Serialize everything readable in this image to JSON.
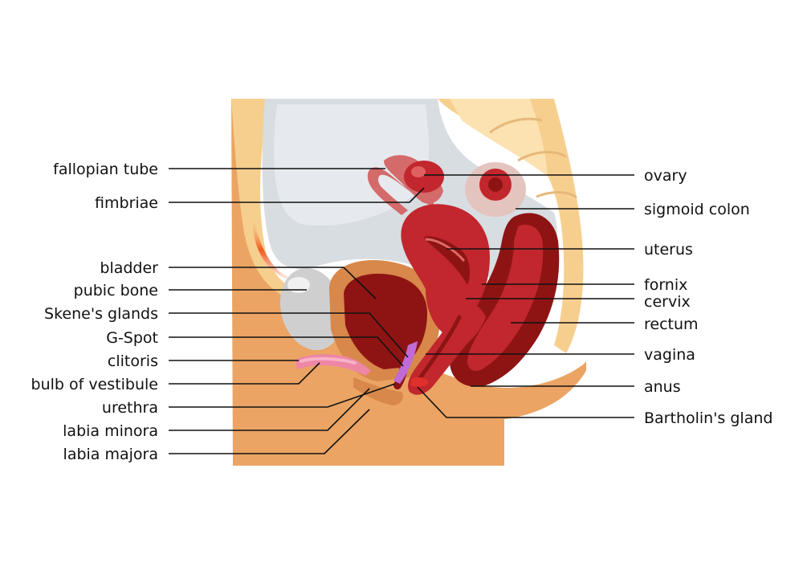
{
  "colors": {
    "skin": "#eba463",
    "skin_dark": "#d8884a",
    "fat": "#f6cf8e",
    "fat_light": "#fbe2b0",
    "cavity": "#d8dde2",
    "bone": "#cfcfcf",
    "organ_red": "#c1272d",
    "organ_dark": "#8e1414",
    "tube_pink": "#d46a6a",
    "mucosa": "#e0302b",
    "lead": "#111111",
    "label": "#111111"
  },
  "labels_left": [
    "fallopian tube",
    "fimbriae",
    "bladder",
    "pubic bone",
    "Skene's glands",
    "G-Spot",
    "clitoris",
    "bulb of vestibule",
    "urethra",
    "labia minora",
    "labia majora"
  ],
  "labels_right": [
    "ovary",
    "sigmoid colon",
    "uterus",
    "fornix",
    "cervix",
    "rectum",
    "vagina",
    "anus",
    "Bartholin's gland"
  ]
}
